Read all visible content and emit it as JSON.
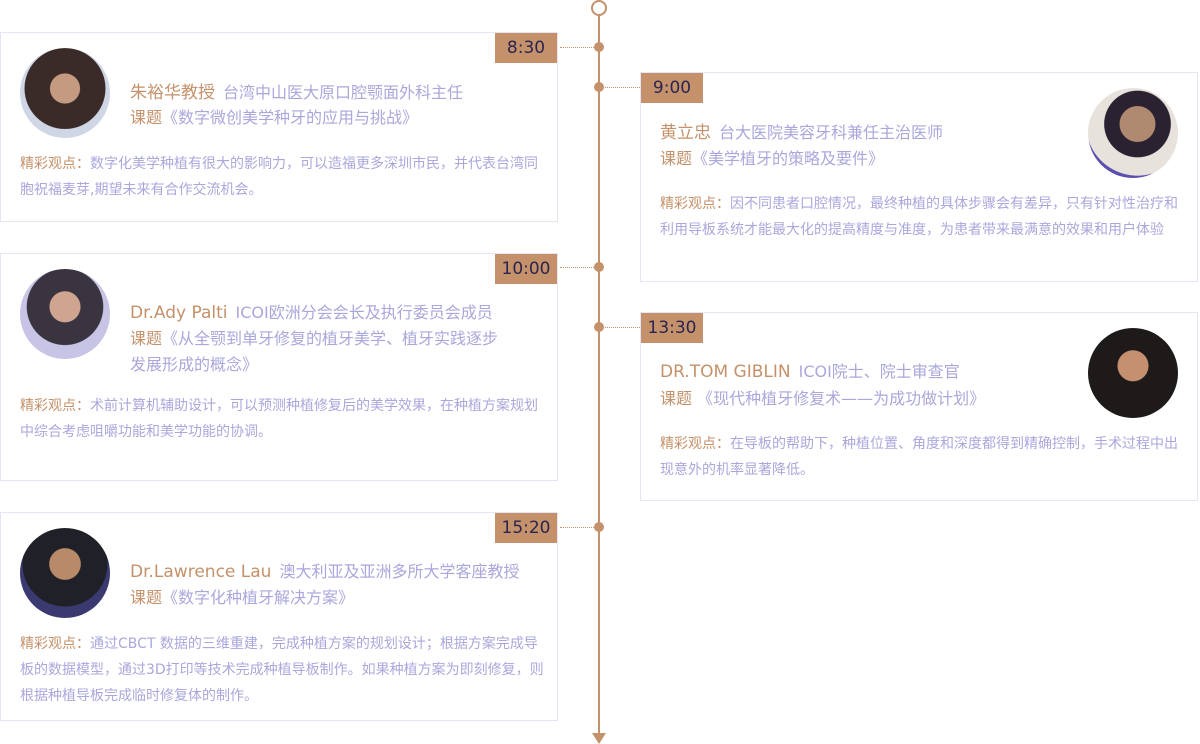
{
  "colors": {
    "accent": "#c4916a",
    "text": "#aaa7dc",
    "time_text": "#2a2550",
    "border": "#e6e4f5"
  },
  "topic_label": "课题",
  "quote_label": "精彩观点：",
  "sessions": [
    {
      "time": "8:30",
      "name": "朱裕华教授",
      "title": "台湾中山医大原口腔颚面外科主任",
      "topic": "《数字微创美学种牙的应用与挑战》",
      "quote": "数字化美学种植有很大的影响力，可以造福更多深圳市民，并代表台湾同胞祝福麦芽,期望未来有合作交流机会。"
    },
    {
      "time": "9:00",
      "name": "黄立忠",
      "title": "台大医院美容牙科兼任主治医师",
      "topic": "《美学植牙的策略及要件》",
      "quote": "因不同患者口腔情况，最终种植的具体步骤会有差异，只有针对性治疗和利用导板系统才能最大化的提高精度与准度，为患者带来最满意的效果和用户体验"
    },
    {
      "time": "10:00",
      "name": "Dr.Ady Palti",
      "title": "ICOI欧洲分会会长及执行委员会成员",
      "topic": "《从全颚到单牙修复的植牙美学、植牙实践逐步发展形成的概念》",
      "quote": "术前计算机辅助设计，可以预测种植修复后的美学效果，在种植方案规划中综合考虑咀嚼功能和美学功能的协调。"
    },
    {
      "time": "13:30",
      "name": "DR.TOM GIBLIN",
      "title": "ICOI院士、院士审查官",
      "topic": " 《现代种植牙修复术——为成功做计划》",
      "quote": "在导板的帮助下，种植位置、角度和深度都得到精确控制，手术过程中出现意外的机率显著降低。"
    },
    {
      "time": "15:20",
      "name": "Dr.Lawrence Lau",
      "title": "澳大利亚及亚洲多所大学客座教授",
      "topic": "《数字化种植牙解决方案》",
      "quote": "通过CBCT 数据的三维重建，完成种植方案的规划设计；根据方案完成导板的数据模型，通过3D打印等技术完成种植导板制作。如果种植方案为即刻修复，则根据种植导板完成临时修复体的制作。"
    }
  ]
}
